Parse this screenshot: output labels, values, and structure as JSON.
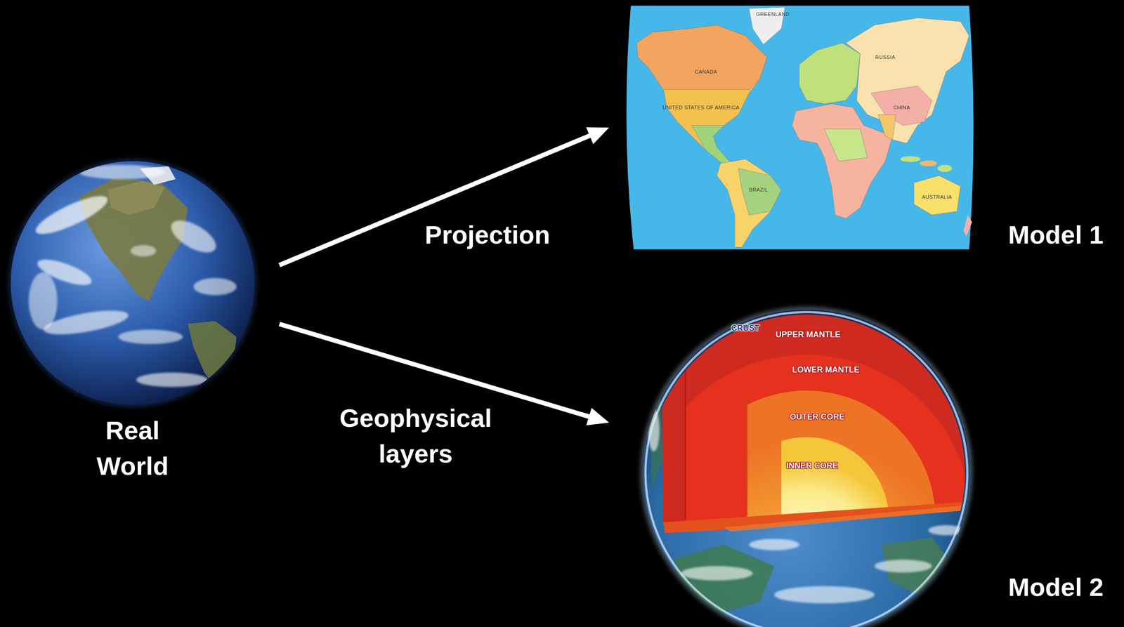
{
  "diagram": {
    "nodes": [
      {
        "text": [
          "Real World"
        ]
      },
      {
        "text": [
          "Model 1"
        ]
      },
      {
        "text": [
          "Model 2"
        ]
      }
    ],
    "edges": [
      {
        "from": 0,
        "to": 1,
        "arrow": "to",
        "label": "Projection"
      },
      {
        "from": 0,
        "to": 2,
        "arrow": "to",
        "label": "Geophysical layers"
      }
    ],
    "labels": [
      "CRUST",
      "UPPER MANTLE",
      "LOWER MANTLE",
      "OUTER CORE",
      "INNER CORE",
      "GREENLAND",
      "CANADA",
      "UNITED STATES OF AMERICA",
      "BRAZIL",
      "RUSSIA",
      "CHINA",
      "AUSTRALIA"
    ]
  }
}
